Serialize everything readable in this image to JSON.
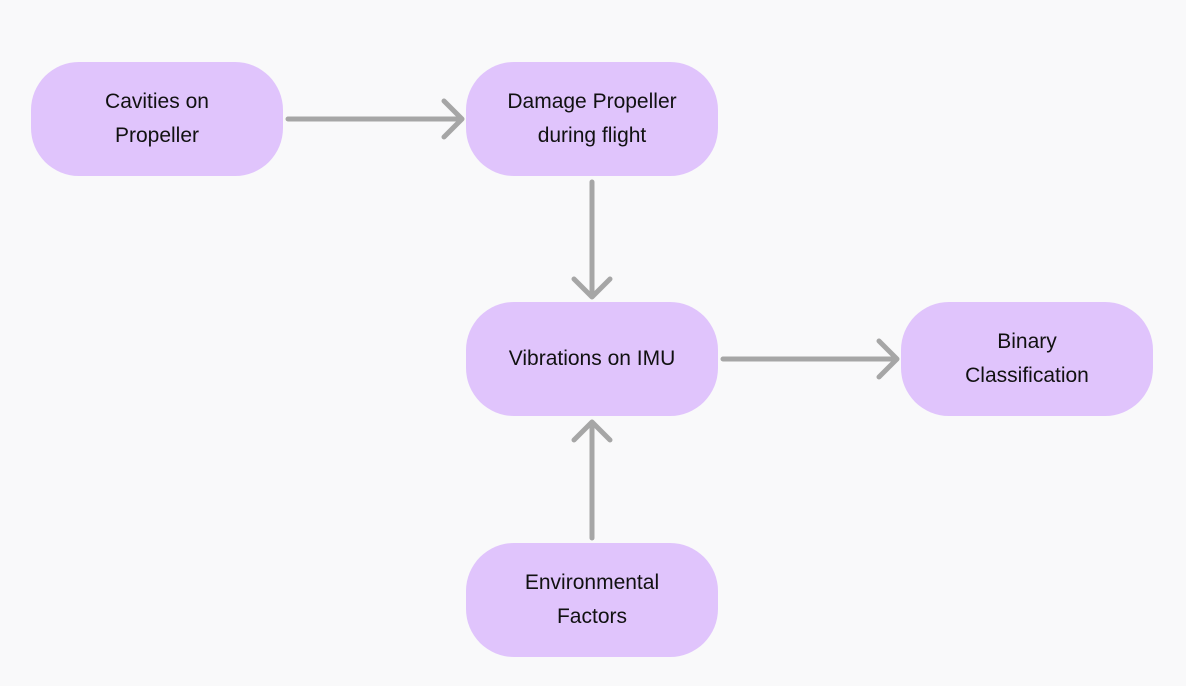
{
  "diagram": {
    "nodes": [
      {
        "id": "cavities",
        "label": "Cavities on\nPropeller"
      },
      {
        "id": "damage",
        "label": "Damage Propeller\nduring flight"
      },
      {
        "id": "vibrations",
        "label": "Vibrations on IMU"
      },
      {
        "id": "binary",
        "label": "Binary\nClassification"
      },
      {
        "id": "environmental",
        "label": "Environmental\nFactors"
      }
    ],
    "edges": [
      {
        "from": "cavities",
        "to": "damage"
      },
      {
        "from": "damage",
        "to": "vibrations"
      },
      {
        "from": "vibrations",
        "to": "binary"
      },
      {
        "from": "environmental",
        "to": "vibrations"
      }
    ]
  },
  "colors": {
    "background": "#f9f9fa",
    "node_fill": "#e0c4fc",
    "arrow": "#a6a6a6",
    "text": "#111111"
  }
}
